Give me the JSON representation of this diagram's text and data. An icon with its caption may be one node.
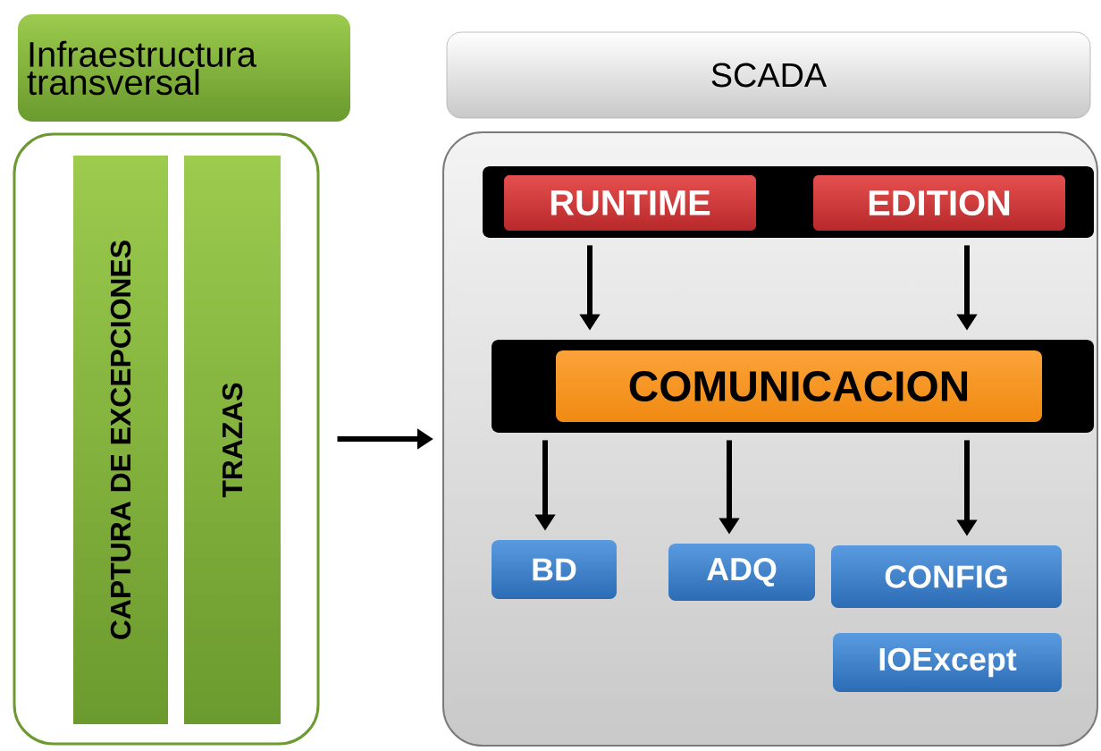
{
  "diagram": {
    "nodes": [
      {
        "text": [
          "Infraestructura transversal"
        ]
      },
      {
        "text": [],
        "shape": "box"
      },
      {
        "text": [
          "CAPTURA DE EXCEPCIONES"
        ],
        "in": 1
      },
      {
        "text": [
          "TRAZAS"
        ],
        "in": 1
      },
      {
        "text": [
          "SCADA"
        ]
      },
      {
        "text": [],
        "shape": "box"
      },
      {
        "text": [],
        "shape": "bar",
        "in": 5
      },
      {
        "text": [
          "RUNTIME"
        ],
        "in": 6
      },
      {
        "text": [
          "EDITION"
        ],
        "in": 6
      },
      {
        "text": [],
        "shape": "bar",
        "in": 5
      },
      {
        "text": [
          "COMUNICACION"
        ],
        "in": 9
      },
      {
        "text": [
          "BD"
        ],
        "in": 5
      },
      {
        "text": [
          "ADQ"
        ],
        "in": 5
      },
      {
        "text": [
          "CONFIG"
        ],
        "in": 5
      },
      {
        "text": [
          "IOExcept"
        ],
        "in": 5
      }
    ],
    "edges": [
      {
        "from": 1,
        "to": 5,
        "arrow": "to"
      },
      {
        "from": 6,
        "to": 9,
        "arrow": "to"
      },
      {
        "from": 6,
        "to": 9,
        "arrow": "to"
      },
      {
        "from": 9,
        "to": 11,
        "arrow": "to"
      },
      {
        "from": 9,
        "to": 12,
        "arrow": "to"
      },
      {
        "from": 9,
        "to": 13,
        "arrow": "to"
      }
    ]
  }
}
